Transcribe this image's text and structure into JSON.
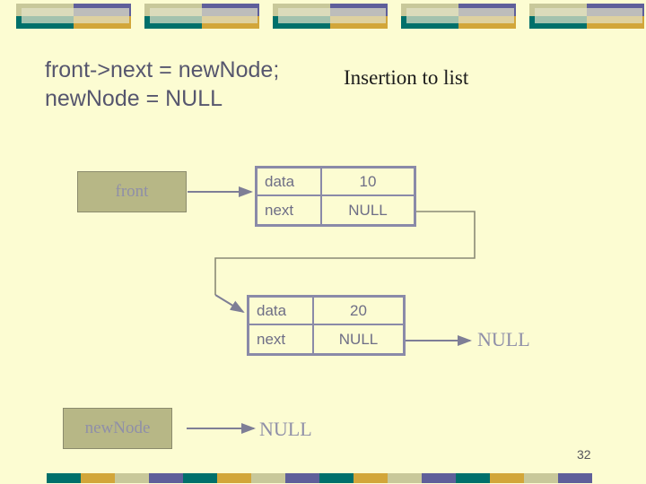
{
  "slide": {
    "page_number": "32",
    "title": "Insertion to list",
    "code": "front->next = newNode;\nnewNode = NULL",
    "background_color": "#fcfcd2"
  },
  "palette": {
    "khaki": "#c8c89a",
    "purple": "#5f5f9a",
    "teal": "#00706b",
    "gold": "#d2a63a",
    "box_fill": "#b7b786",
    "border": "#8a8aa8",
    "text_muted": "#8f8fa8",
    "text_cell": "#6e6e86",
    "code_text": "#56566e"
  },
  "pointers": [
    {
      "id": "front",
      "label": "front"
    },
    {
      "id": "newNode",
      "label": "newNode"
    }
  ],
  "nodes": [
    {
      "id": "node-1",
      "rows": [
        {
          "label": "data",
          "value": "10"
        },
        {
          "label": "next",
          "value": "NULL"
        }
      ]
    },
    {
      "id": "node-2",
      "rows": [
        {
          "label": "data",
          "value": "20"
        },
        {
          "label": "next",
          "value": "NULL"
        }
      ]
    }
  ],
  "labels": {
    "null_after_node2": "NULL",
    "null_after_newnode": "NULL"
  },
  "decor": {
    "top_block_count": 5,
    "bottom_segment_count": 16
  }
}
